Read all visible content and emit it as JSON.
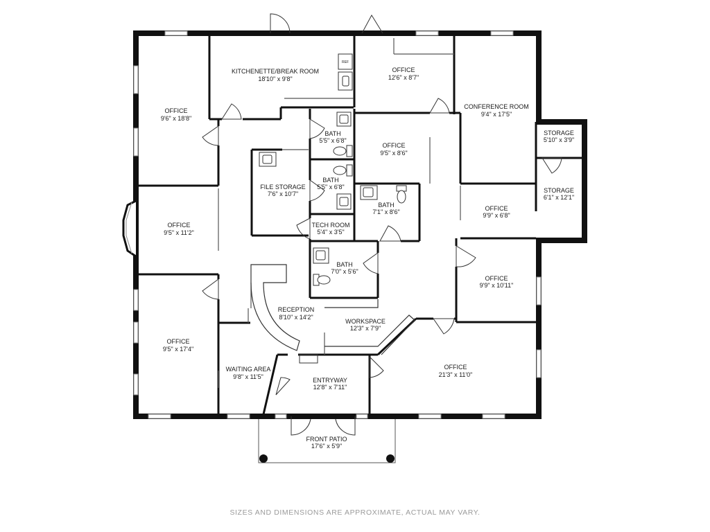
{
  "rooms": [
    {
      "key": "kitchenette",
      "name": "KITCHENETTE/BREAK ROOM",
      "dims": "18'10\" x 9'8\""
    },
    {
      "key": "office_top_mid",
      "name": "OFFICE",
      "dims": "12'6\" x 8'7\""
    },
    {
      "key": "conference",
      "name": "CONFERENCE ROOM",
      "dims": "9'4\" x 17'5\""
    },
    {
      "key": "office_top_left",
      "name": "OFFICE",
      "dims": "9'6\" x 18'8\""
    },
    {
      "key": "bath_1",
      "name": "BATH",
      "dims": "5'5\" x 6'8\""
    },
    {
      "key": "office_center",
      "name": "OFFICE",
      "dims": "9'5\" x 8'6\""
    },
    {
      "key": "storage_small",
      "name": "STORAGE",
      "dims": "5'10\" x 3'9\""
    },
    {
      "key": "storage_large",
      "name": "STORAGE",
      "dims": "6'1\" x 12'1\""
    },
    {
      "key": "file_storage",
      "name": "FILE STORAGE",
      "dims": "7'6\" x 10'7\""
    },
    {
      "key": "bath_2",
      "name": "BATH",
      "dims": "5'5\" x 6'8\""
    },
    {
      "key": "bath_3",
      "name": "BATH",
      "dims": "7'1\" x 8'6\""
    },
    {
      "key": "office_right_small",
      "name": "OFFICE",
      "dims": "9'9\" x 6'8\""
    },
    {
      "key": "office_left_mid",
      "name": "OFFICE",
      "dims": "9'5\" x 11'2\""
    },
    {
      "key": "tech_room",
      "name": "TECH ROOM",
      "dims": "5'4\" x 3'5\""
    },
    {
      "key": "bath_4",
      "name": "BATH",
      "dims": "7'0\" x 5'6\""
    },
    {
      "key": "office_right_mid",
      "name": "OFFICE",
      "dims": "9'9\" x 10'11\""
    },
    {
      "key": "reception",
      "name": "RECEPTION",
      "dims": "8'10\" x 14'2\""
    },
    {
      "key": "workspace",
      "name": "WORKSPACE",
      "dims": "12'3\" x 7'9\""
    },
    {
      "key": "office_bottom_left",
      "name": "OFFICE",
      "dims": "9'5\" x 17'4\""
    },
    {
      "key": "office_bottom_right",
      "name": "OFFICE",
      "dims": "21'3\" x 11'0\""
    },
    {
      "key": "waiting_area",
      "name": "WAITING AREA",
      "dims": "9'8\" x 11'5\""
    },
    {
      "key": "entryway",
      "name": "ENTRYWAY",
      "dims": "12'8\" x 7'11\""
    },
    {
      "key": "front_patio",
      "name": "FRONT PATIO",
      "dims": "17'6\" x 5'9\""
    }
  ],
  "fixtures": {
    "fridge_label": "REF"
  },
  "disclaimer": "SIZES AND DIMENSIONS ARE APPROXIMATE, ACTUAL MAY VARY.",
  "colors": {
    "wall": "#111111",
    "thin_wall": "#444444",
    "window": "#8a8a8a",
    "text": "#1a1a1a",
    "disclaimer": "#9a9a9a"
  }
}
